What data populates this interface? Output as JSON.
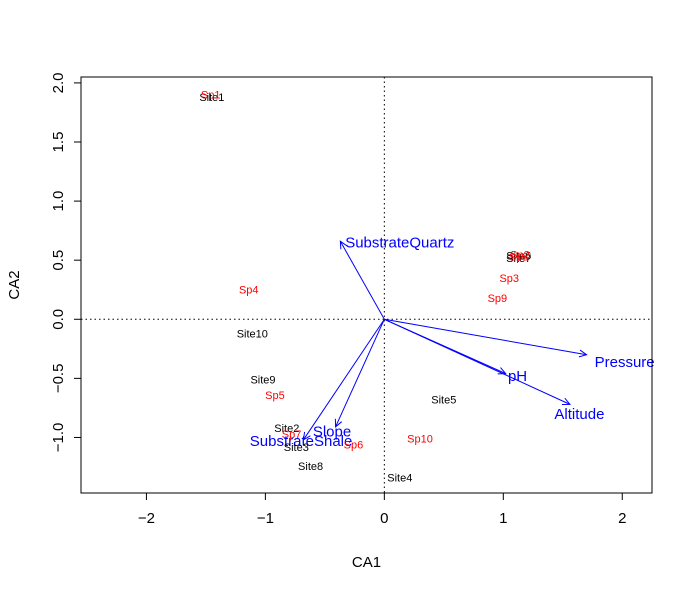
{
  "chart_data": {
    "type": "scatter",
    "title": "",
    "xlabel": "CA1",
    "ylabel": "CA2",
    "xlim": [
      -2.55,
      2.25
    ],
    "ylim": [
      -1.47,
      2.05
    ],
    "xticks": [
      -2,
      -1,
      0,
      1,
      2
    ],
    "yticks": [
      -1.0,
      -0.5,
      0.0,
      0.5,
      1.0,
      1.5,
      2.0
    ],
    "grid": false,
    "reference_lines": {
      "x0": true,
      "y0": true,
      "style": "dotted"
    },
    "colors": {
      "sites": "#000000",
      "species": "#ff0000",
      "environment": "#0000ff"
    },
    "series": [
      {
        "kind": "sites",
        "points": [
          {
            "label": "Site1",
            "x": -1.45,
            "y": 1.88
          },
          {
            "label": "Site2",
            "x": -0.82,
            "y": -0.92
          },
          {
            "label": "Site3",
            "x": -0.74,
            "y": -1.08
          },
          {
            "label": "Site4",
            "x": 0.13,
            "y": -1.34
          },
          {
            "label": "Site5",
            "x": 0.5,
            "y": -0.68
          },
          {
            "label": "Site6",
            "x": 1.13,
            "y": 0.54
          },
          {
            "label": "Site7",
            "x": 1.13,
            "y": 0.52
          },
          {
            "label": "Site8",
            "x": -0.62,
            "y": -1.24
          },
          {
            "label": "Site9",
            "x": -1.02,
            "y": -0.51
          },
          {
            "label": "Site10",
            "x": -1.11,
            "y": -0.12
          }
        ]
      },
      {
        "kind": "species",
        "points": [
          {
            "label": "Sp1",
            "x": -1.46,
            "y": 1.9
          },
          {
            "label": "Sp2",
            "x": 1.14,
            "y": 0.55
          },
          {
            "label": "Sp3",
            "x": 1.05,
            "y": 0.35
          },
          {
            "label": "Sp4",
            "x": -1.14,
            "y": 0.25
          },
          {
            "label": "Sp5",
            "x": -0.92,
            "y": -0.64
          },
          {
            "label": "Sp6",
            "x": -0.26,
            "y": -1.06
          },
          {
            "label": "Sp7",
            "x": -0.78,
            "y": -0.97
          },
          {
            "label": "Sp8",
            "x": 1.13,
            "y": 0.53
          },
          {
            "label": "Sp9",
            "x": 0.95,
            "y": 0.18
          },
          {
            "label": "Sp10",
            "x": 0.3,
            "y": -1.01
          }
        ]
      }
    ],
    "environment_vectors": [
      {
        "label": "Pressure",
        "x": 1.7,
        "y": -0.3,
        "label_x": 2.02,
        "label_y": -0.36
      },
      {
        "label": "pH",
        "x": 1.02,
        "y": -0.46,
        "label_x": 1.12,
        "label_y": -0.48
      },
      {
        "label": "Altitude",
        "x": 1.56,
        "y": -0.72,
        "label_x": 1.64,
        "label_y": -0.8
      },
      {
        "label": "Slope",
        "x": -0.41,
        "y": -0.91,
        "label_x": -0.44,
        "label_y": -0.95
      },
      {
        "label": "SubstrateShale",
        "x": -0.68,
        "y": -1.02,
        "label_x": -0.7,
        "label_y": -1.03
      },
      {
        "label": "SubstrateQuartz",
        "x": -0.37,
        "y": 0.66,
        "label_x": 0.13,
        "label_y": 0.65
      }
    ]
  }
}
